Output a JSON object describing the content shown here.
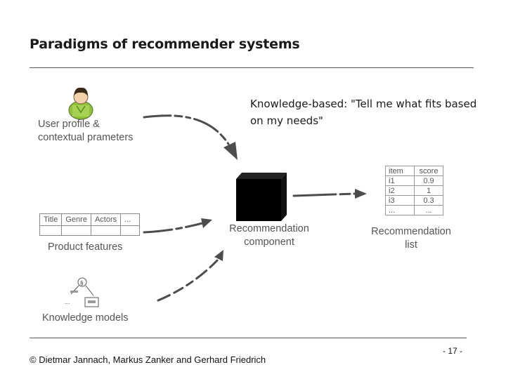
{
  "slide": {
    "title": "Paradigms of recommender systems",
    "caption": "Knowledge-based: \"Tell me what fits based on my needs\"",
    "footer": "© Dietmar Jannach, Markus Zanker and Gerhard Friedrich",
    "page_number": "- 17 -"
  },
  "diagram": {
    "user_profile_label": "User profile & contextual prameters",
    "feature_table": {
      "headers": [
        "Title",
        "Genre",
        "Actors",
        "..."
      ]
    },
    "product_features_label": "Product features",
    "knowledge_models_label": "Knowledge models",
    "kb_tree": {
      "root": "§",
      "ellipsis": "..."
    },
    "component_label": "Recommendation component",
    "rec_list_label": "Recommendation list",
    "rec_table": {
      "headers": [
        "item",
        "score"
      ],
      "rows": [
        [
          "i1",
          "0.9"
        ],
        [
          "i2",
          "1"
        ],
        [
          "i3",
          "0.3"
        ],
        [
          "...",
          "..."
        ]
      ]
    }
  },
  "colors": {
    "arrow": "#4d4d4d",
    "user_icon": "#9acd32",
    "cube": "#000000"
  }
}
